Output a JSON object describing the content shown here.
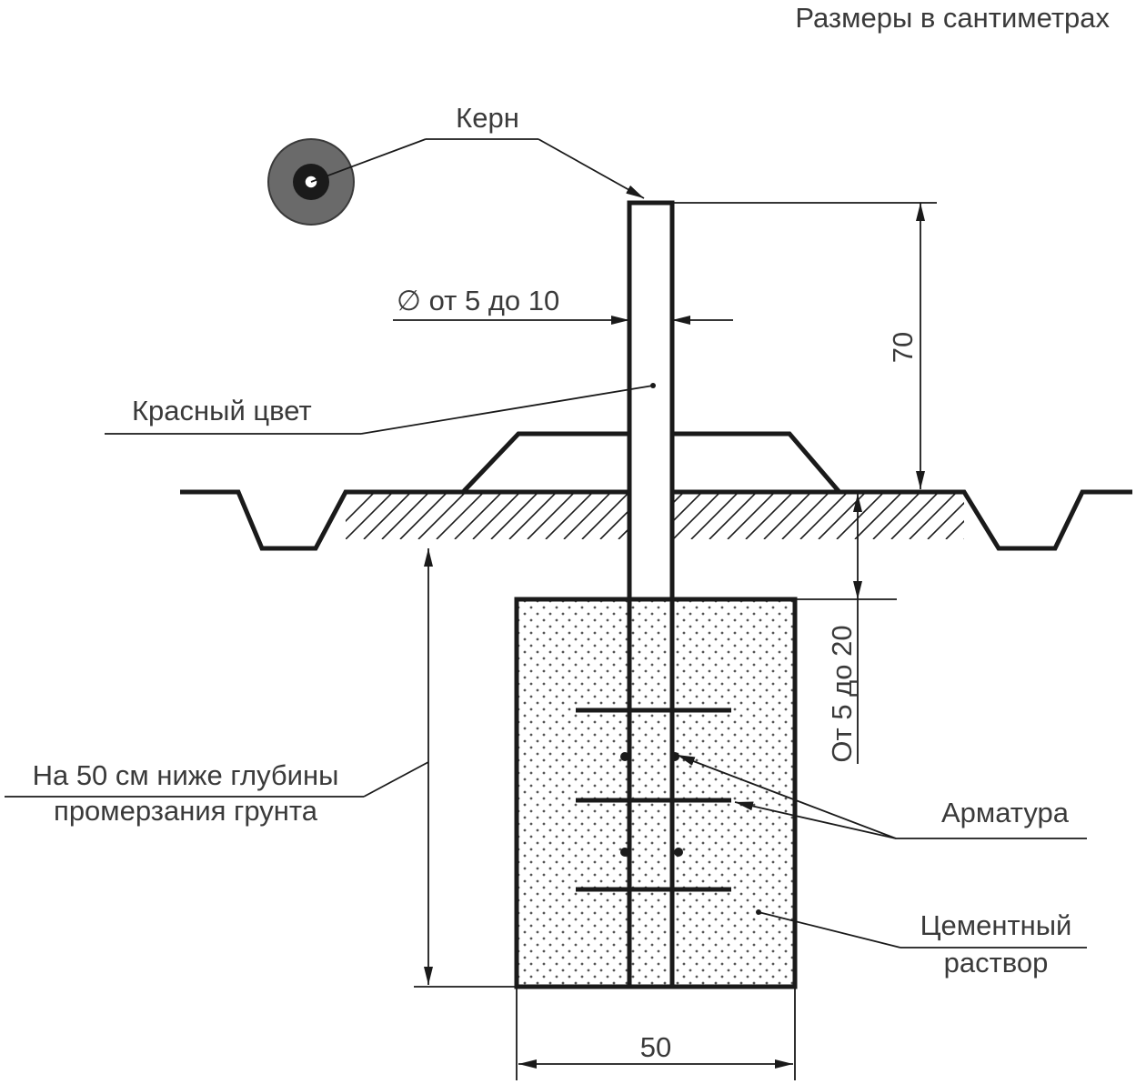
{
  "diagram": {
    "units_note": "Размеры в сантиметрах",
    "labels": {
      "core": "Керн",
      "diameter": "∅ от 5 до 10",
      "red_color": "Красный цвет",
      "height": "70",
      "top_depth": "От 5 до 20",
      "depth_line1": "На 50 см ниже глубины",
      "depth_line2": "промерзания грунта",
      "rebar": "Арматура",
      "cement_line1": "Цементный",
      "cement_line2": "раствор",
      "width": "50"
    }
  }
}
